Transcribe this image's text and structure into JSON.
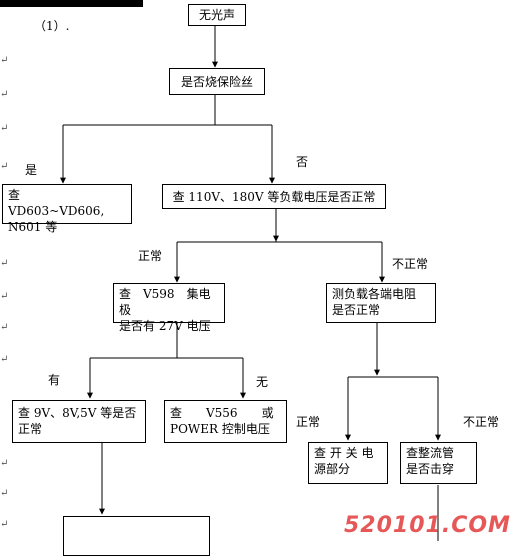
{
  "section_label": "（1）.",
  "para_mark": "↵",
  "boxes": {
    "no_light_sound": "无光声",
    "fuse_blown": "是否烧保险丝",
    "check_vd603": "查　VD603~VD606,\nN601 等",
    "check_load_voltage": "查 110V、180V 等负载电压是否正常",
    "check_v598": "查　V598　集电极\n是否有 27V 电压",
    "measure_load_resistance": "测负载各端电阻\n是否正常",
    "check_9v": "查 9V、8V,5V 等是否\n正常",
    "check_v556": "查　　V556　　或\nPOWER 控制电压",
    "check_switch_power": "查 开 关 电\n源部分",
    "check_rectifier": "查整流管\n是否击穿",
    "bottom_box": ""
  },
  "labels": {
    "yes": "是",
    "no": "否",
    "normal_left": "正常",
    "abnormal_right": "不正常",
    "has": "有",
    "none": "无",
    "normal_lower": "正常",
    "abnormal_lower": "不正常"
  },
  "watermark": "520101.COM"
}
